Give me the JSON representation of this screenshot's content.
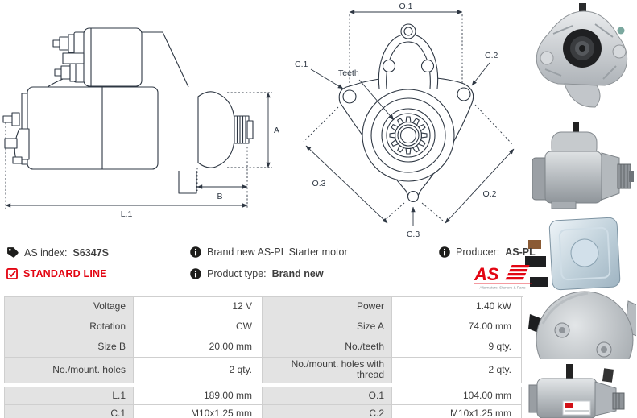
{
  "header": {
    "as_index_label": "AS index:",
    "as_index_value": "S6347S",
    "standard_line": "STANDARD LINE",
    "brand_new_text": "Brand new AS-PL Starter motor",
    "product_type_label": "Product type:",
    "product_type_value": "Brand new",
    "producer_label": "Producer:",
    "producer_value": "AS-PL"
  },
  "logo": {
    "as_text": "AS",
    "tagline": "Alternators, Starters & Parts"
  },
  "diagrams": {
    "side_view": {
      "dim_a": "A",
      "dim_b": "B",
      "dim_l": "L.1"
    },
    "front_view": {
      "dim_o1": "O.1",
      "dim_o2": "O.2",
      "dim_o3": "O.3",
      "dim_c1": "C.1",
      "dim_c2": "C.2",
      "dim_c3": "C.3",
      "teeth_label": "Teeth"
    }
  },
  "spec_table": {
    "rows": [
      {
        "label_left": "Voltage",
        "value_left": "12 V",
        "label_right": "Power",
        "value_right": "1.40 kW"
      },
      {
        "label_left": "Rotation",
        "value_left": "CW",
        "label_right": "Size A",
        "value_right": "74.00 mm"
      },
      {
        "label_left": "Size B",
        "value_left": "20.00 mm",
        "label_right": "No./teeth",
        "value_right": "9 qty."
      },
      {
        "label_left": "No./mount. holes",
        "value_left": "2 qty.",
        "label_right": "No./mount. holes with thread",
        "value_right": "2 qty."
      },
      {
        "label_left": "L.1",
        "value_left": "189.00 mm",
        "label_right": "O.1",
        "value_right": "104.00 mm"
      },
      {
        "label_left": "C.1",
        "value_left": "M10x1.25 mm",
        "label_right": "C.2",
        "value_right": "M10x1.25 mm"
      }
    ]
  },
  "colors": {
    "accent_red": "#e30613",
    "label_cell_bg": "#e3e3e3",
    "table_border": "#cfcfcf",
    "text": "#3d3d3d",
    "diagram_line": "#2e3743"
  }
}
